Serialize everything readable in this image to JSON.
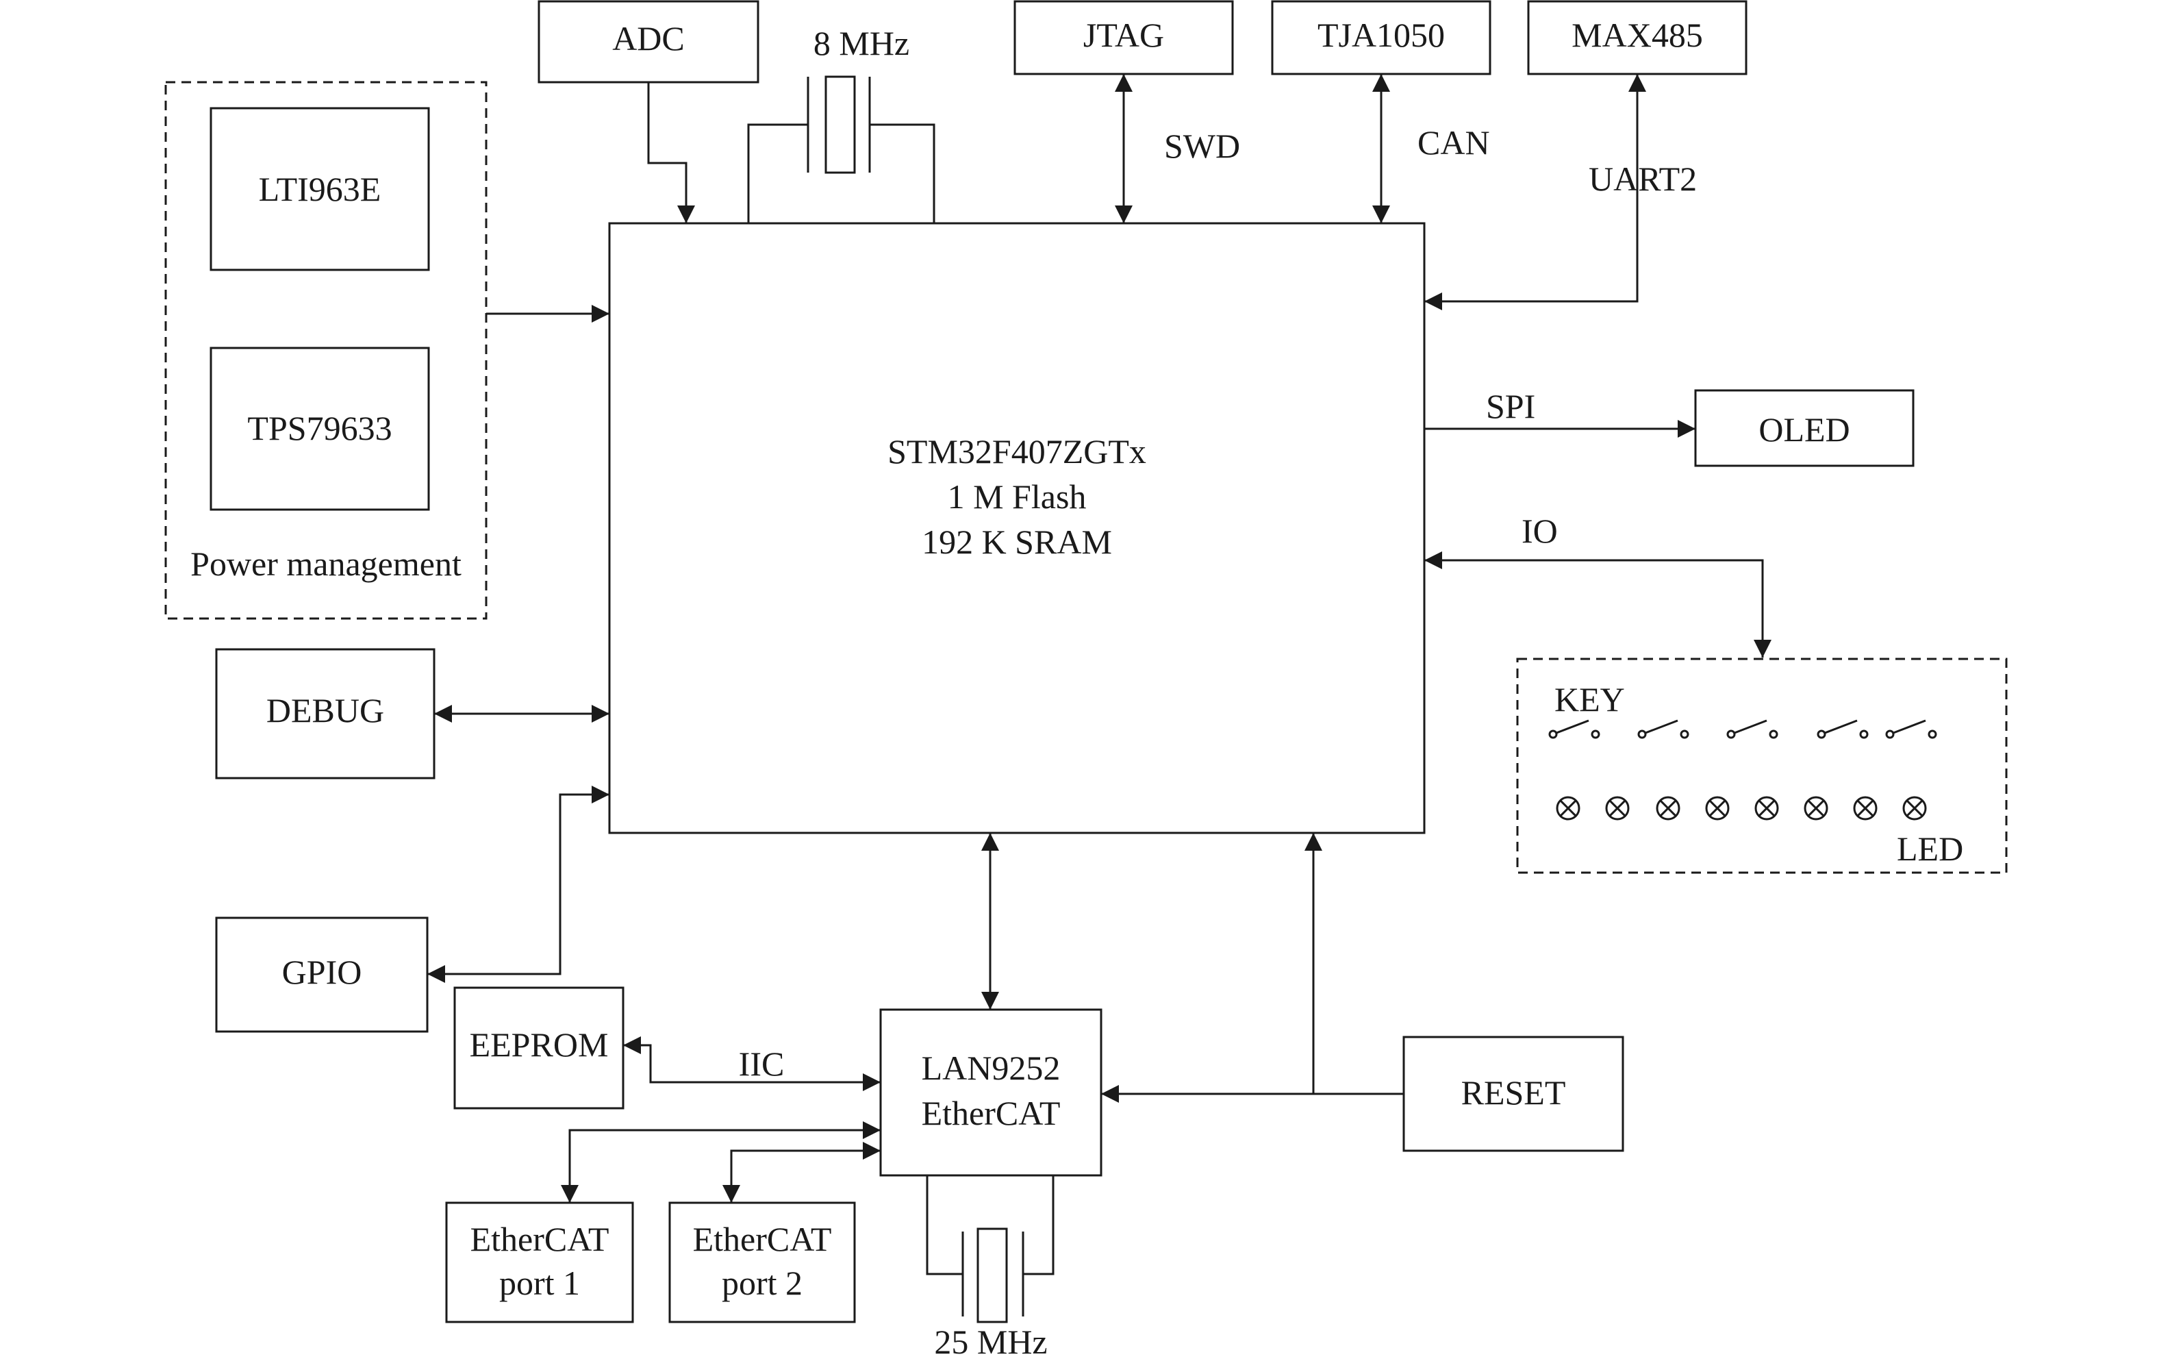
{
  "mcu": {
    "line1": "STM32F407ZGTx",
    "line2": "1 M Flash",
    "line3": "192 K SRAM"
  },
  "power": {
    "group_label": "Power management",
    "chip1": "LTI963E",
    "chip2": "TPS79633"
  },
  "top": {
    "adc": "ADC",
    "crystal1": "8 MHz",
    "jtag": "JTAG",
    "jtag_bus": "SWD",
    "tja": "TJA1050",
    "tja_bus": "CAN",
    "max485": "MAX485",
    "max485_bus": "UART2"
  },
  "right": {
    "oled": "OLED",
    "oled_bus": "SPI",
    "io_bus": "IO",
    "key_label": "KEY",
    "led_label": "LED"
  },
  "left": {
    "debug": "DEBUG",
    "gpio": "GPIO"
  },
  "bottom": {
    "eeprom": "EEPROM",
    "eeprom_bus": "IIC",
    "lan_line1": "LAN9252",
    "lan_line2": "EtherCAT",
    "reset": "RESET",
    "crystal2": "25 MHz",
    "port1_line1": "EtherCAT",
    "port1_line2": "port  1",
    "port2_line1": "EtherCAT",
    "port2_line2": "port  2"
  },
  "keys_count": 5,
  "leds_count": 8
}
